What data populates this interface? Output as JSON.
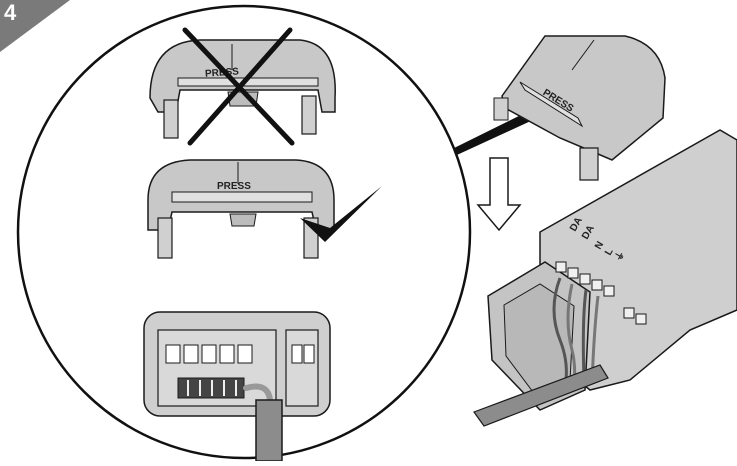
{
  "step": {
    "number": "4"
  },
  "labels": {
    "press_wrong": "PRESS",
    "press_right": "PRESS",
    "press_detail": "PRESS",
    "terminal_da1": "DA",
    "terminal_da2": "DA",
    "terminal_n": "N",
    "terminal_l": "L",
    "terminal_earth": "⏚"
  },
  "marks": {
    "wrong": "cross-icon",
    "right": "checkmark-icon",
    "direction": "arrow-down-icon"
  },
  "colors": {
    "cap_fill": "#c8c8c8",
    "body_fill": "#cfcfcf",
    "outline": "#1a1a1a",
    "cable": "#8c8c8c",
    "badge": "#7a7a7a"
  }
}
